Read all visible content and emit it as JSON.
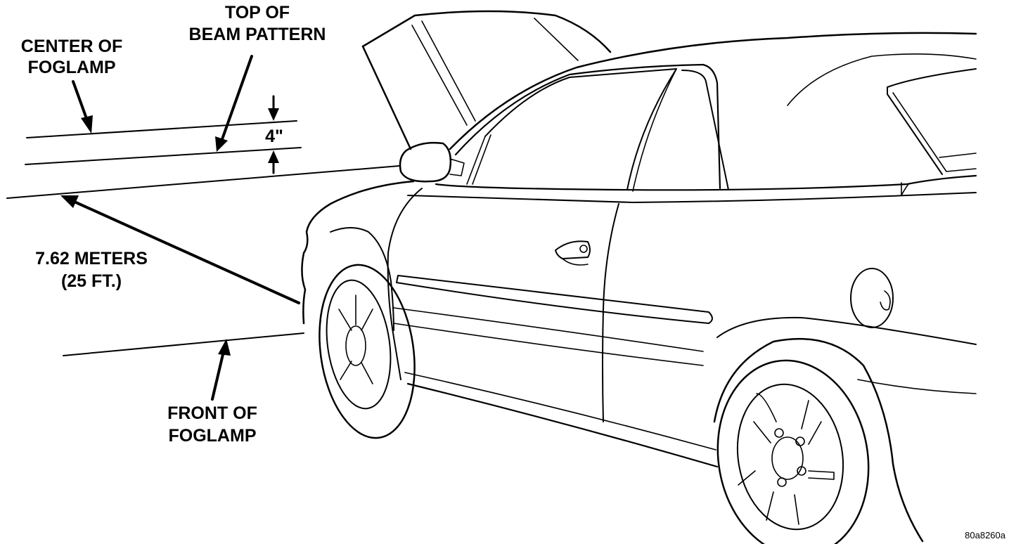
{
  "diagram": {
    "labels": {
      "center_line1": "CENTER OF",
      "center_line2": "FOGLAMP",
      "top_line1": "TOP OF",
      "top_line2": "BEAM PATTERN",
      "dimension": "4\"",
      "distance_line1": "7.62 METERS",
      "distance_line2": "(25 FT.)",
      "front_line1": "FRONT OF",
      "front_line2": "FOGLAMP",
      "figure_id": "80a8260a"
    }
  }
}
